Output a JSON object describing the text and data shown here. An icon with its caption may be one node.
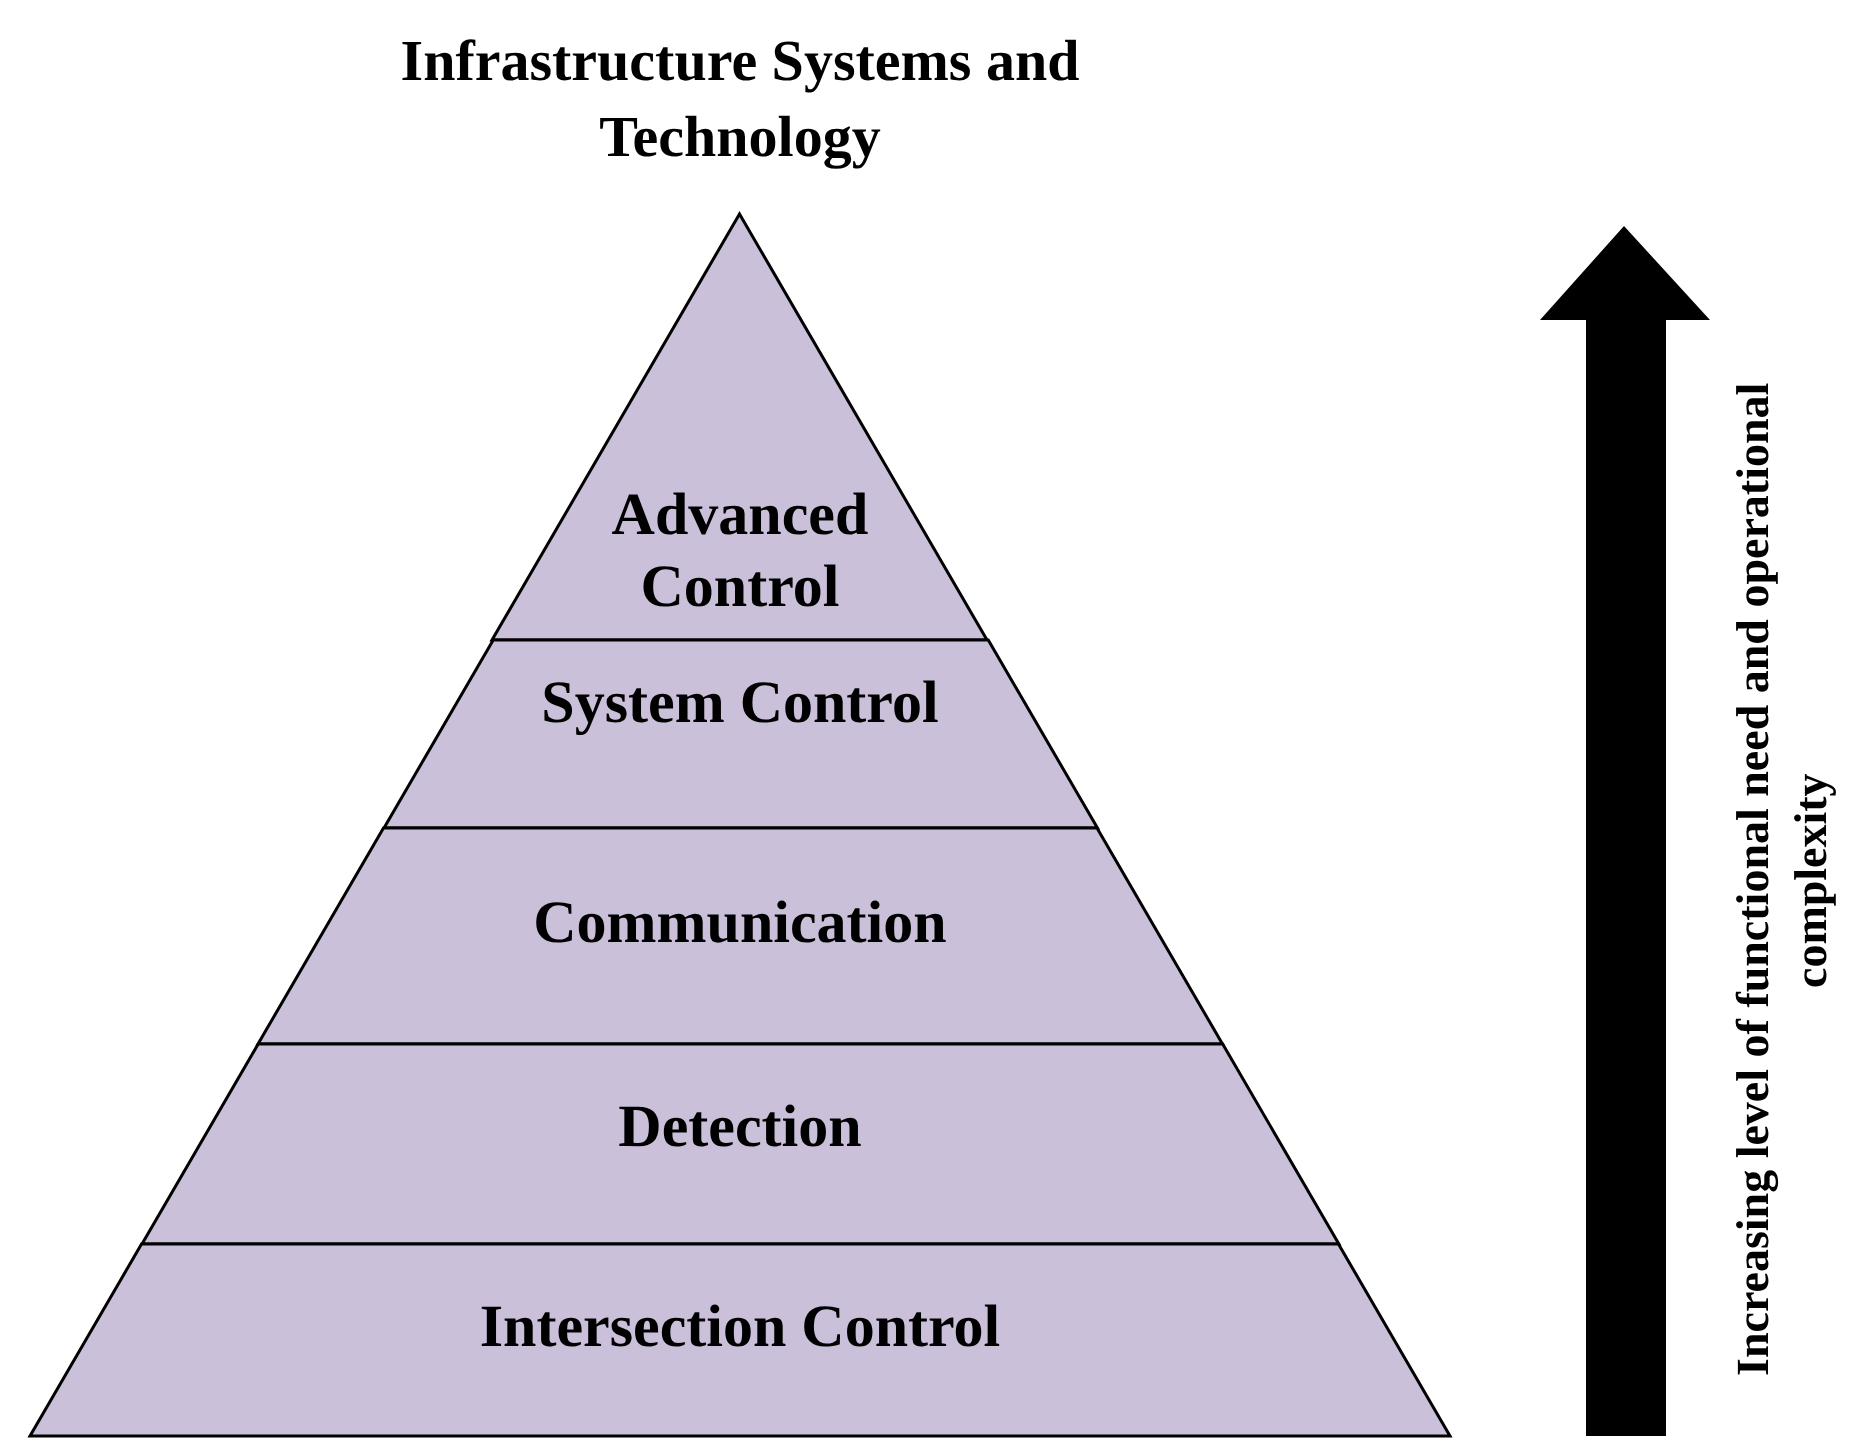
{
  "diagram": {
    "title": "Infrastructure Systems and Technology",
    "nodes": [
      {
        "text": [
          "Advanced Control"
        ]
      },
      {
        "text": [
          "System Control"
        ]
      },
      {
        "text": [
          "Communication"
        ]
      },
      {
        "text": [
          "Detection"
        ]
      },
      {
        "text": [
          "Intersection Control"
        ]
      }
    ],
    "labels": [
      "Increasing level of functional need and operational complexity"
    ]
  }
}
